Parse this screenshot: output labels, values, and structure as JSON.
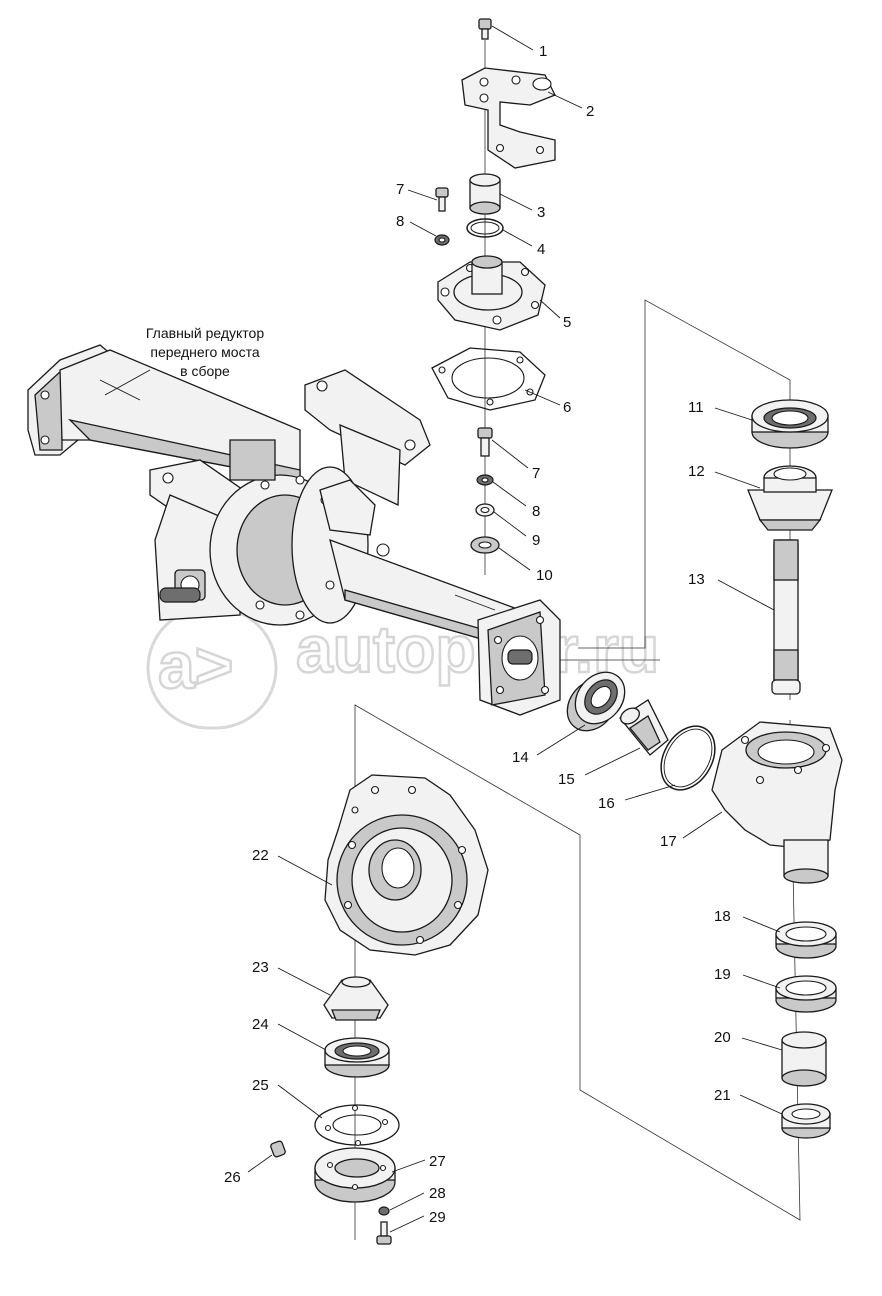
{
  "watermark": {
    "text": "autopiter.ru"
  },
  "caption": {
    "line1": "Главный редуктор",
    "line2": "переднего моста",
    "line3": "в сборе"
  },
  "callouts": [
    "1",
    "2",
    "3",
    "4",
    "5",
    "6",
    "7",
    "8",
    "7",
    "8",
    "9",
    "10",
    "11",
    "12",
    "13",
    "14",
    "15",
    "16",
    "17",
    "18",
    "19",
    "20",
    "21",
    "22",
    "23",
    "24",
    "25",
    "26",
    "27",
    "28",
    "29"
  ]
}
